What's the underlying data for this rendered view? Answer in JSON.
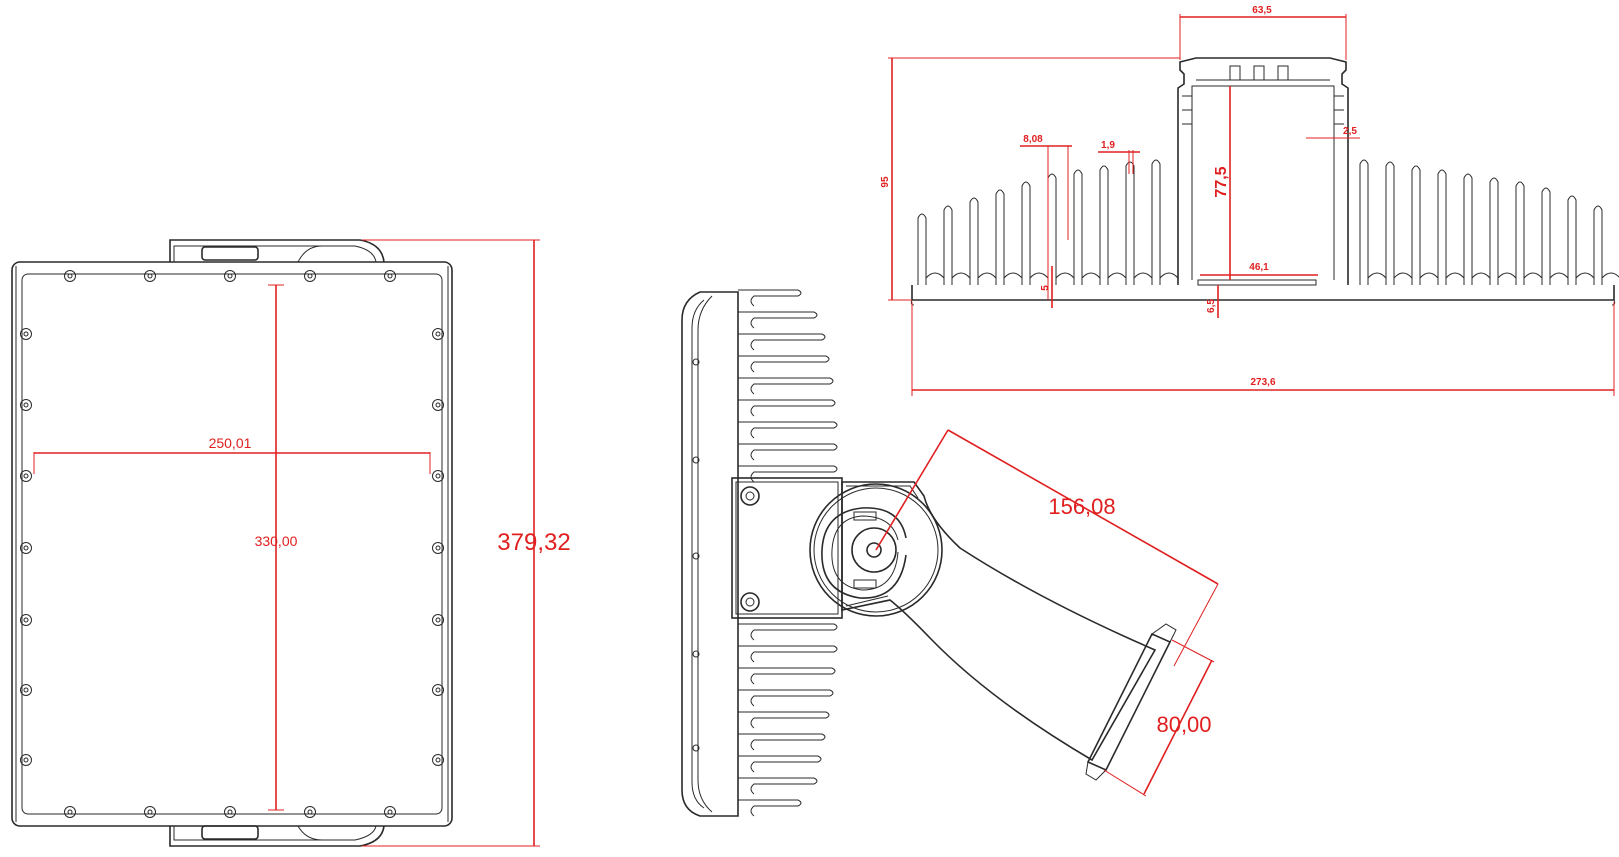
{
  "colors": {
    "dimension": "#e02020",
    "outline": "#2a2a2a",
    "background": "#ffffff"
  },
  "front_view": {
    "dim_width": "250,01",
    "dim_inner_height": "330,00",
    "dim_overall_height": "379,32"
  },
  "side_view": {
    "dim_arm_length": "156,08",
    "dim_mount_plate": "80,00"
  },
  "profile_view": {
    "dim_top_channel_width": "63,5",
    "dim_overall_height": "95",
    "dim_fin_pitch": "8,08",
    "dim_fin_thickness": "1,9",
    "dim_wall_thickness": "2,5",
    "dim_channel_depth": "77,5",
    "dim_channel_inner_width": "46,1",
    "dim_fin_gap": "5",
    "dim_base_thickness": "6,5",
    "dim_overall_width": "273,6"
  }
}
